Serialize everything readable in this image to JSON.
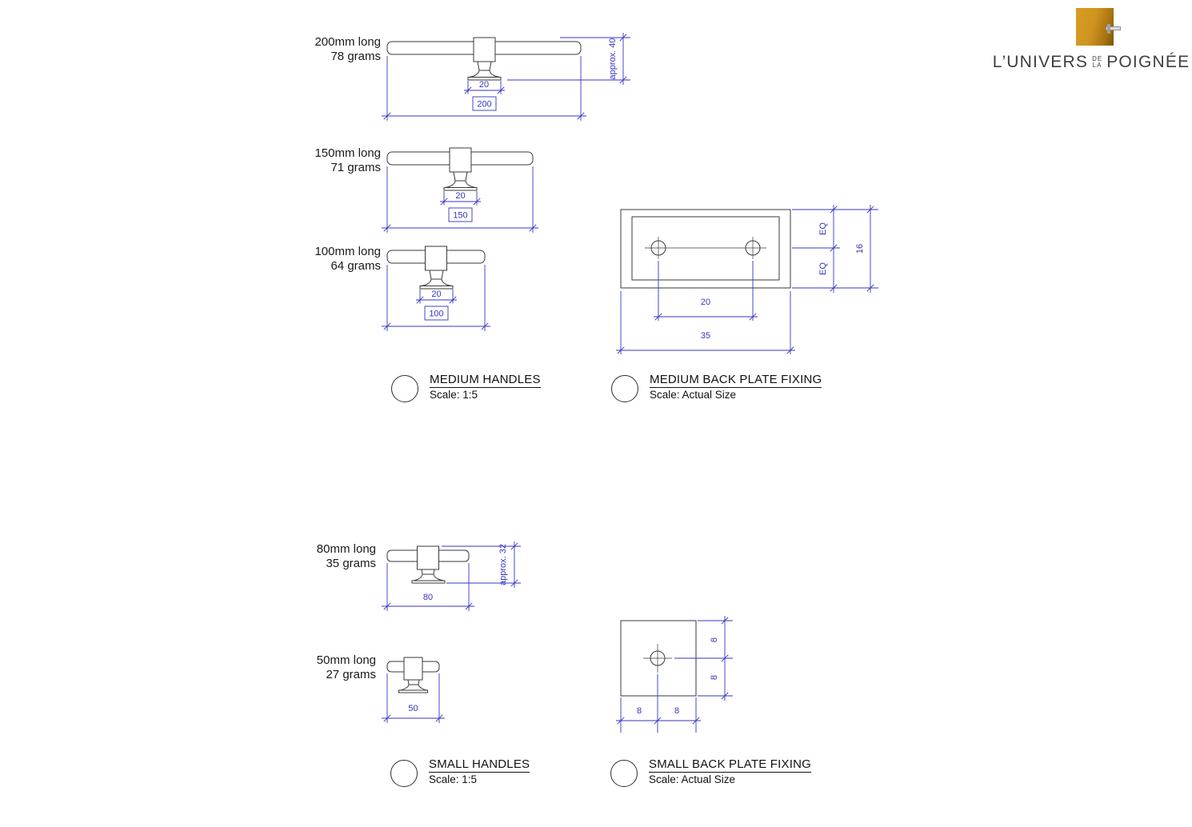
{
  "logo": {
    "part1": "L’UNIVERS",
    "part2a": "DE",
    "part2b": "LA",
    "part3": "POIGNÉE"
  },
  "sections": {
    "medium_handles": {
      "title": "MEDIUM HANDLES",
      "scale": "Scale: 1:5"
    },
    "medium_back_plate": {
      "title": "MEDIUM BACK PLATE FIXING",
      "scale": "Scale: Actual Size"
    },
    "small_handles": {
      "title": "SMALL HANDLES",
      "scale": "Scale: 1:5"
    },
    "small_back_plate": {
      "title": "SMALL BACK PLATE FIXING",
      "scale": "Scale: Actual Size"
    }
  },
  "handles": [
    {
      "length_label": "200mm long",
      "weight_label": "78 grams",
      "base_dim": "20",
      "length_dim": "200",
      "height_dim": "approx. 40"
    },
    {
      "length_label": "150mm long",
      "weight_label": "71 grams",
      "base_dim": "20",
      "length_dim": "150"
    },
    {
      "length_label": "100mm long",
      "weight_label": "64 grams",
      "base_dim": "20",
      "length_dim": "100"
    },
    {
      "length_label": "80mm long",
      "weight_label": "35 grams",
      "length_dim": "80",
      "height_dim": "approx. 32"
    },
    {
      "length_label": "50mm long",
      "weight_label": "27 grams",
      "length_dim": "50"
    }
  ],
  "medium_plate_dims": {
    "eq_top": "EQ",
    "eq_bottom": "EQ",
    "height": "16",
    "hole_spacing": "20",
    "width": "35"
  },
  "small_plate_dims": {
    "right_top": "8",
    "right_bottom": "8",
    "bottom_left": "8",
    "bottom_right": "8"
  },
  "colors": {
    "dimension": "#3434c4",
    "drawing": "#3a3a3a",
    "ink": "#1a1a1a",
    "logo_gold": "#c8891b"
  }
}
